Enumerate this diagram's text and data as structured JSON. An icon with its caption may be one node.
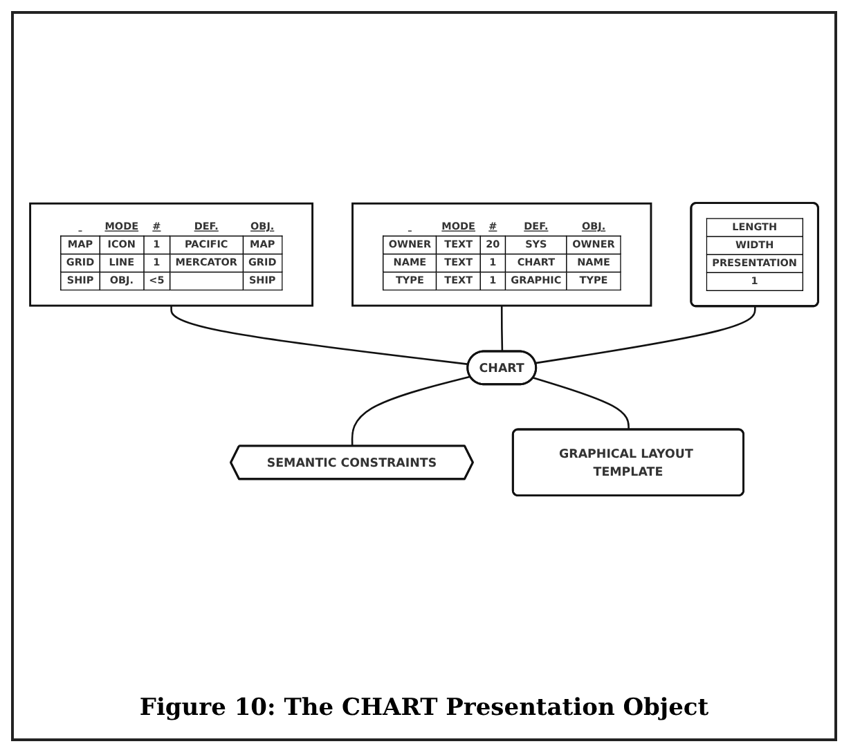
{
  "diagram": {
    "caption": "Figure 10: The CHART Presentation Object",
    "nodes": [
      {
        "text": [
          "MODE",
          "#",
          "DEF.",
          "OBJ.",
          "MAP",
          "ICON",
          "1",
          "PACIFIC",
          "MAP",
          "GRID",
          "LINE",
          "1",
          "MERCATOR",
          "GRID",
          "SHIP",
          "OBJ.",
          "<5",
          "SHIP"
        ]
      },
      {
        "text": [
          "MODE",
          "#",
          "DEF.",
          "OBJ.",
          "OWNER",
          "TEXT",
          "20",
          "SYS",
          "OWNER",
          "NAME",
          "TEXT",
          "1",
          "CHART",
          "NAME",
          "TYPE",
          "TEXT",
          "1",
          "GRAPHIC",
          "TYPE"
        ]
      },
      {
        "text": [
          "LENGTH",
          "WIDTH",
          "PRESENTATION",
          "1"
        ]
      },
      {
        "text": [
          "CHART"
        ]
      },
      {
        "text": [
          "SEMANTIC CONSTRAINTS"
        ]
      },
      {
        "text": [
          "GRAPHICAL LAYOUT TEMPLATE"
        ]
      }
    ],
    "edges": [
      {
        "from": 0,
        "to": 3,
        "arrow": "none"
      },
      {
        "from": 1,
        "to": 3,
        "arrow": "none"
      },
      {
        "from": 2,
        "to": 3,
        "arrow": "none"
      },
      {
        "from": 3,
        "to": 4,
        "arrow": "none"
      },
      {
        "from": 3,
        "to": 5,
        "arrow": "none"
      }
    ]
  }
}
